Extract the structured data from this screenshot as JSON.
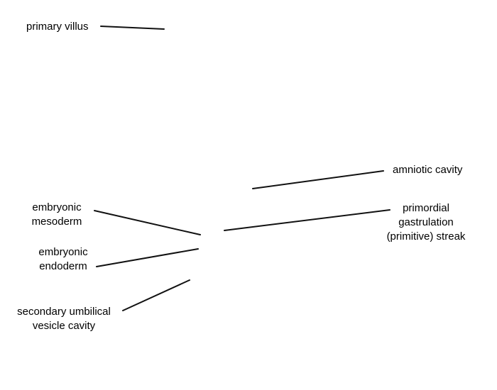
{
  "labels": {
    "primary_villus": "primary villus",
    "amniotic_cavity": "amniotic cavity",
    "primordial_streak": [
      "primordial",
      "gastrulation",
      "(primitive) streak"
    ],
    "embryonic_mesoderm": [
      "embryonic",
      "mesoderm"
    ],
    "embryonic_endoderm": [
      "embryonic",
      "endoderm"
    ],
    "secondary_umbilical": [
      "secondary umbilical",
      "vesicle cavity"
    ]
  }
}
